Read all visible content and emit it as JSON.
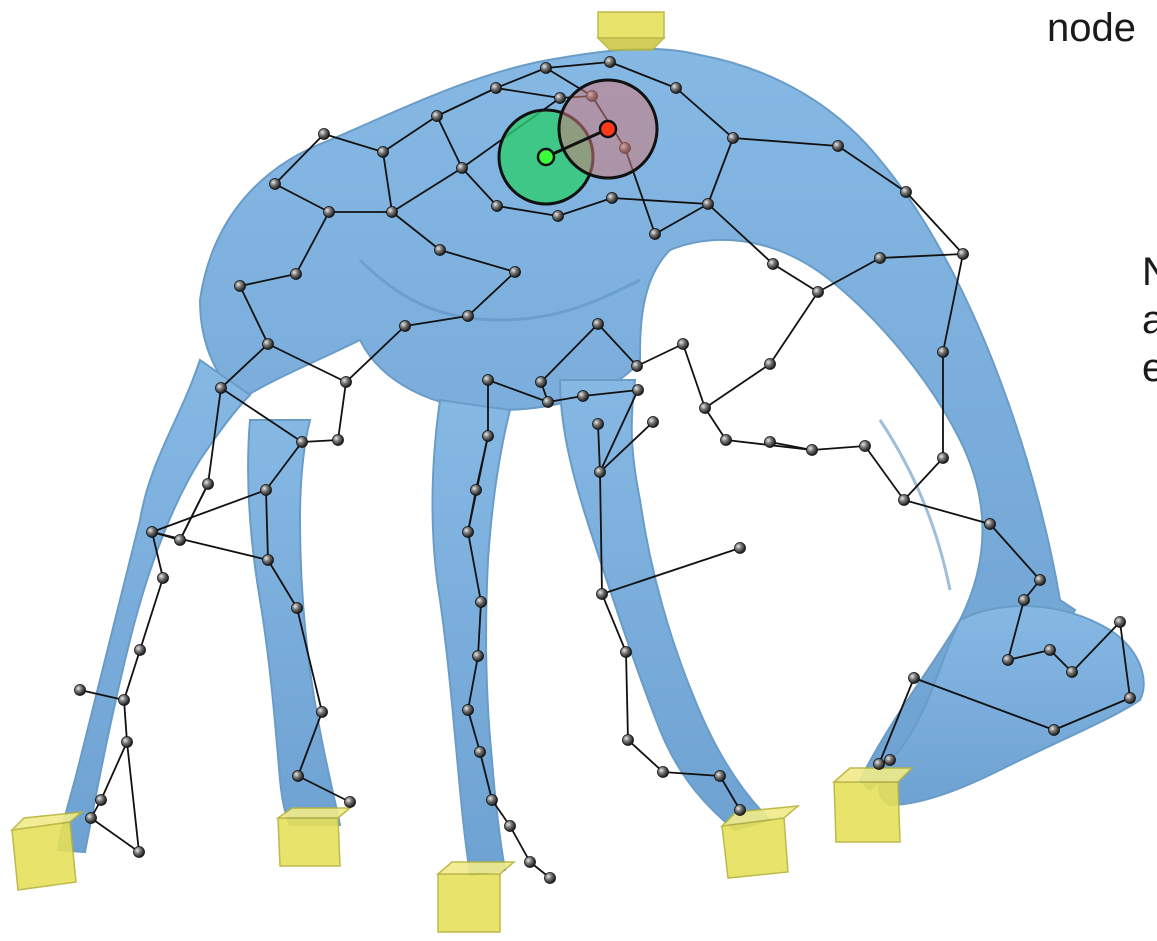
{
  "labels": {
    "node_text": "node",
    "fragment_lines": [
      "N",
      "a",
      "e"
    ]
  },
  "colors": {
    "mesh_fill": "#7eb0dd",
    "mesh_shade": "#5f93c2",
    "graph_edge": "#111111",
    "graph_node": "#2a2a2a",
    "anchor_box": "#e6e05a",
    "green_node": "#2ecc71",
    "red_node": "#d98b8b"
  },
  "icons": [
    "deformation-node-icon",
    "anchor-box-icon"
  ]
}
